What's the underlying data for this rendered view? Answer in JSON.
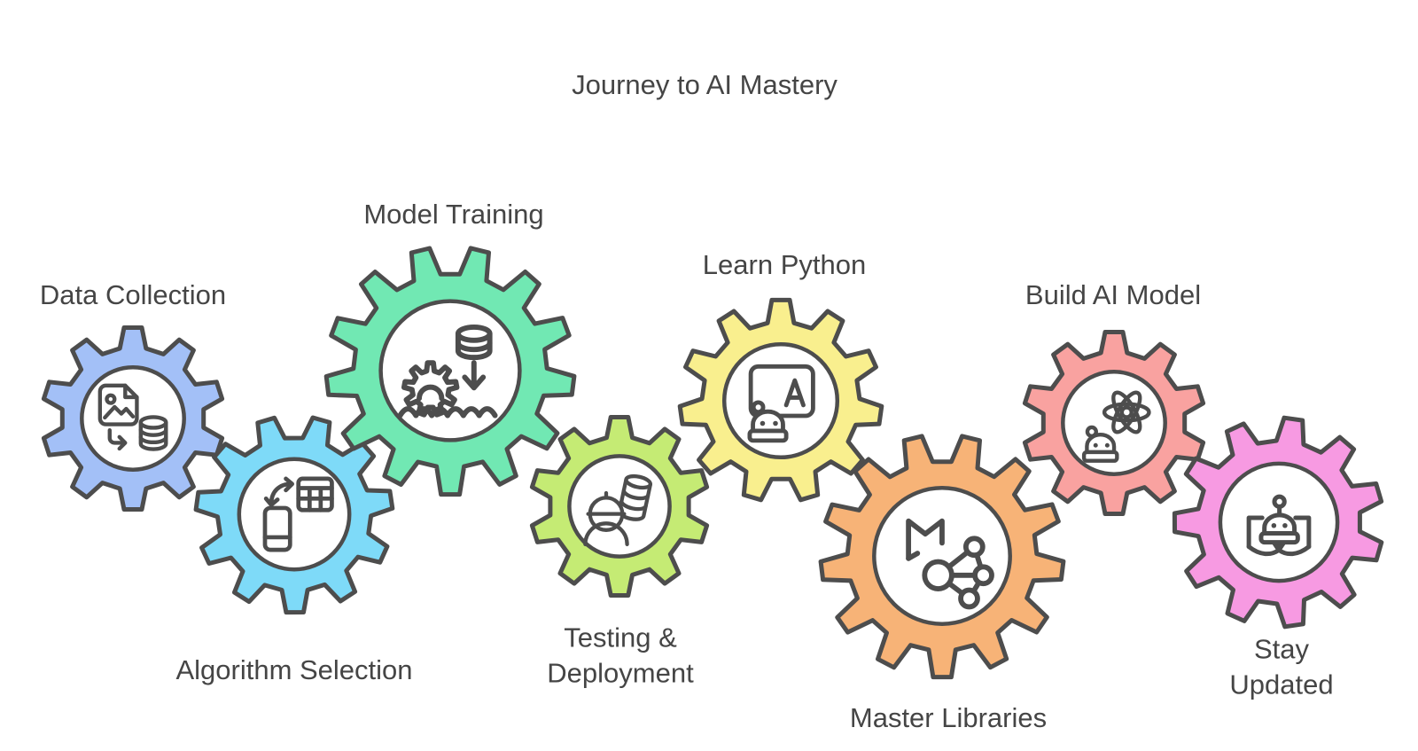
{
  "title": "Journey to AI Mastery",
  "colors": {
    "background": "#ffffff",
    "outline": "#4d4d4d",
    "text": "#454545"
  },
  "steps": [
    {
      "id": "data-collection",
      "label": "Data Collection",
      "color": "#a3c0f7",
      "icon": "image-to-database-icon"
    },
    {
      "id": "algorithm-selection",
      "label": "Algorithm Selection",
      "color": "#7edaf8",
      "icon": "device-table-swap-icon"
    },
    {
      "id": "model-training",
      "label": "Model Training",
      "color": "#71e8b3",
      "icon": "data-into-gear-icon"
    },
    {
      "id": "testing-deployment",
      "label": "Testing &\nDeployment",
      "color": "#c5eb74",
      "icon": "engineer-database-icon"
    },
    {
      "id": "learn-python",
      "label": "Learn Python",
      "color": "#f9ef8e",
      "icon": "robot-teaching-board-icon"
    },
    {
      "id": "master-libraries",
      "label": "Master Libraries",
      "color": "#f7b377",
      "icon": "book-network-icon"
    },
    {
      "id": "build-ai-model",
      "label": "Build AI Model",
      "color": "#f9a2a0",
      "icon": "robot-atom-icon"
    },
    {
      "id": "stay-updated",
      "label": "Stay Updated",
      "color": "#f79ae2",
      "icon": "robot-book-icon"
    }
  ]
}
